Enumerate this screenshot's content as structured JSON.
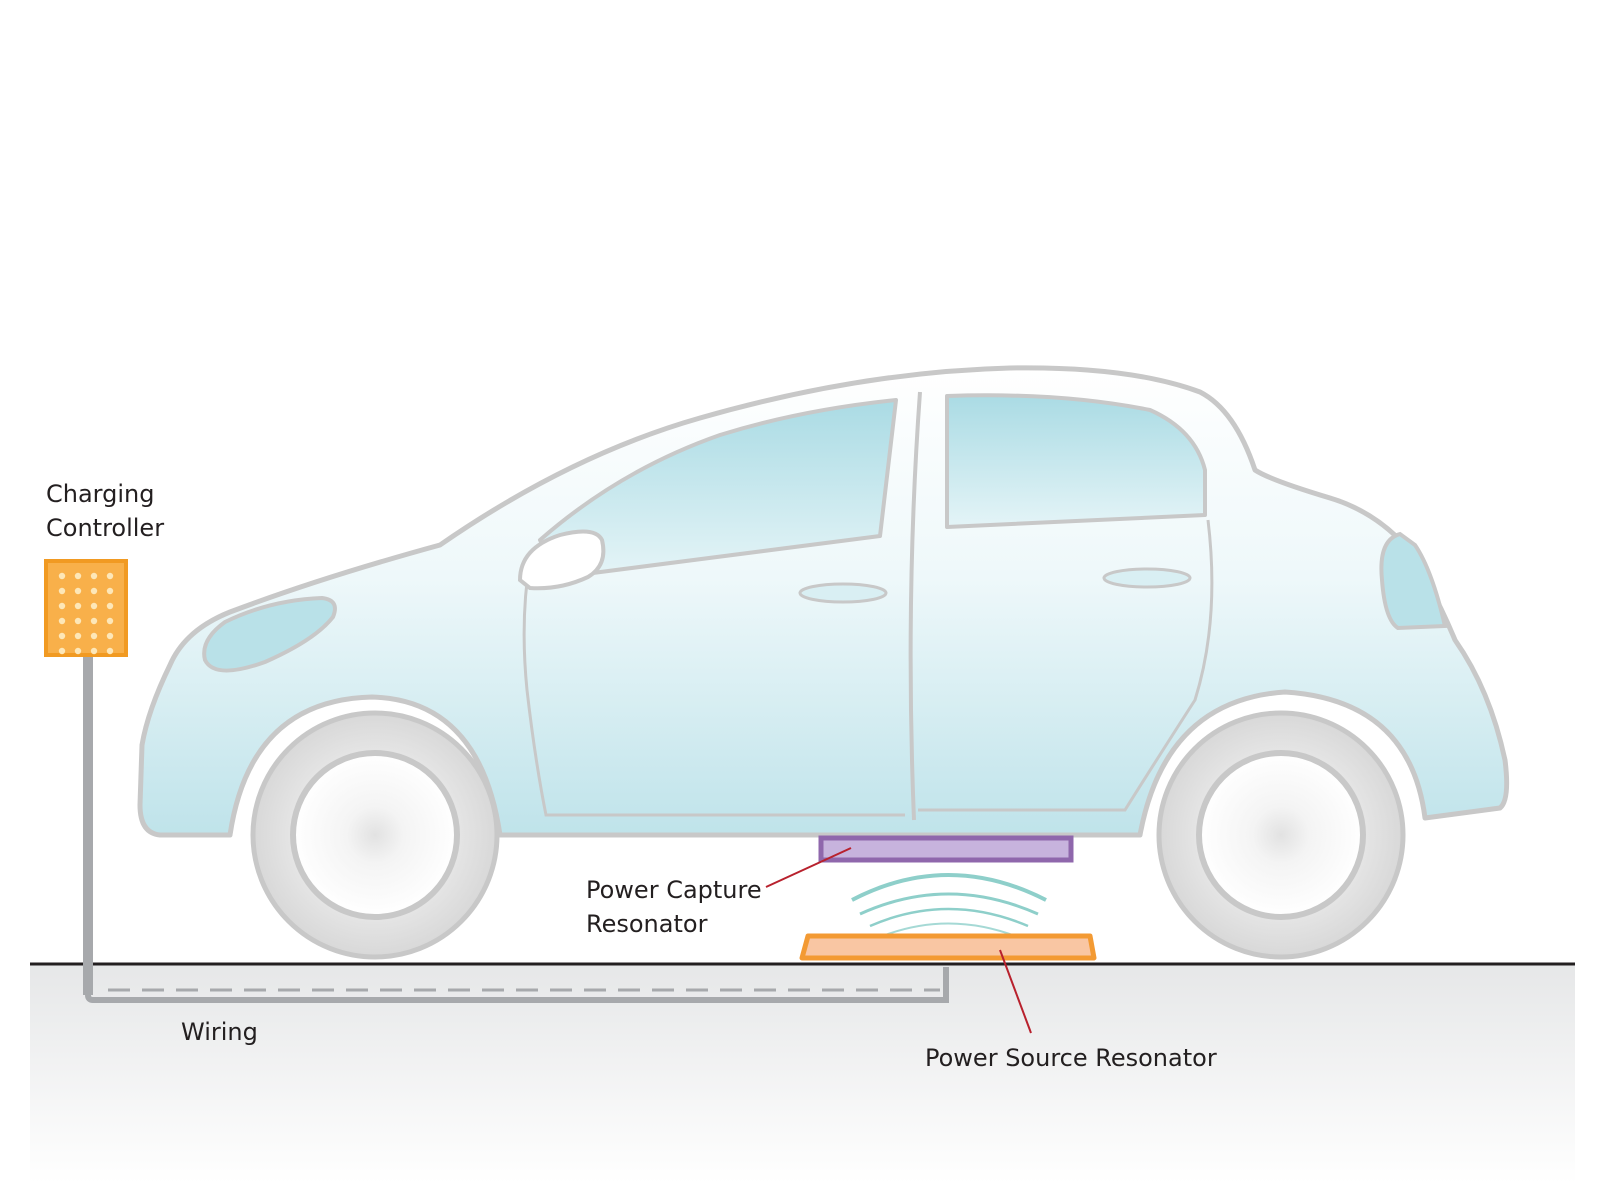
{
  "labels": {
    "charging_controller": [
      "Charging",
      "Controller"
    ],
    "power_capture_resonator": [
      "Power Capture",
      "Resonator"
    ],
    "wiring": "Wiring",
    "power_source_resonator": "Power Source Resonator"
  },
  "colors": {
    "body_outline": "#c8c8c8",
    "body_fill_top": "#ffffff",
    "body_fill_bottom": "#bde3ea",
    "window": "#b2e0e8",
    "tire": "#dedede",
    "controller_fill": "#f8b04a",
    "controller_border": "#f19a22",
    "capture_resonator": "#9a72b3",
    "source_resonator": "#f7be96",
    "source_resonator_border": "#f39a33",
    "field_waves": "#8ecfca",
    "leader_line": "#b8212d",
    "ground_line": "#231f20",
    "ground_fill": "#efeff0",
    "wiring": "#a7a9ac"
  },
  "icons": {
    "controller": "charging-controller-icon",
    "car": "electric-car-icon",
    "field": "magnetic-field-waves-icon"
  }
}
